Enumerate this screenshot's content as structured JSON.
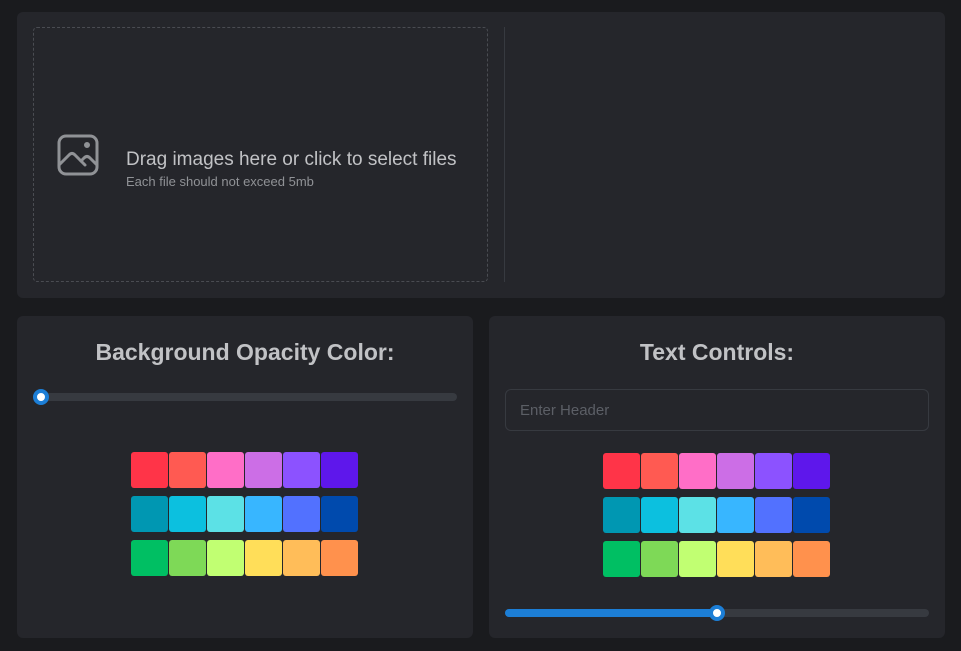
{
  "upload": {
    "title": "Drag images here or click to select files",
    "subtitle": "Each file should not exceed 5mb",
    "icon": "photo-icon"
  },
  "background_panel": {
    "title": "Background Opacity Color:",
    "opacity_value": 0
  },
  "text_panel": {
    "title": "Text Controls:",
    "header_placeholder": "Enter Header",
    "header_value": "",
    "size_value": 0.5
  },
  "palette": [
    "#ff3448",
    "#ff5a52",
    "#ff6ec7",
    "#cc6ee6",
    "#8c52ff",
    "#5e17eb",
    "#0097b2",
    "#0cc0df",
    "#5ce1e6",
    "#38b6ff",
    "#5271ff",
    "#004aad",
    "#00bf63",
    "#7ed957",
    "#c1ff72",
    "#ffde59",
    "#ffbd59",
    "#ff914d"
  ],
  "colors": {
    "background": "#1a1b1e",
    "card": "#25262b",
    "accent": "#1c7ed6"
  }
}
